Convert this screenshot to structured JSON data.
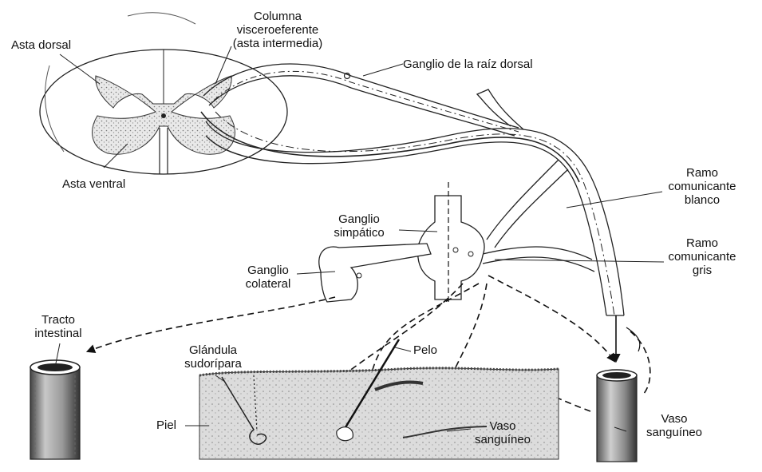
{
  "labels": {
    "asta_dorsal": "Asta dorsal",
    "columna_l1": "Columna",
    "columna_l2": "visceroeferente",
    "columna_l3": "(asta intermedia)",
    "ganglio_raiz": "Ganglio de la raíz dorsal",
    "asta_ventral": "Asta ventral",
    "ramo_blanco_l1": "Ramo",
    "ramo_blanco_l2": "comunicante",
    "ramo_blanco_l3": "blanco",
    "ganglio_simp_l1": "Ganglio",
    "ganglio_simp_l2": "simpático",
    "ramo_gris_l1": "Ramo",
    "ramo_gris_l2": "comunicante",
    "ramo_gris_l3": "gris",
    "ganglio_col_l1": "Ganglio",
    "ganglio_col_l2": "colateral",
    "tracto_l1": "Tracto",
    "tracto_l2": "intestinal",
    "glandula_l1": "Glándula",
    "glandula_l2": "sudorípara",
    "pelo": "Pelo",
    "piel": "Piel",
    "vaso_skin_l1": "Vaso",
    "vaso_skin_l2": "sanguíneo",
    "vaso_right_l1": "Vaso",
    "vaso_right_l2": "sanguíneo"
  }
}
